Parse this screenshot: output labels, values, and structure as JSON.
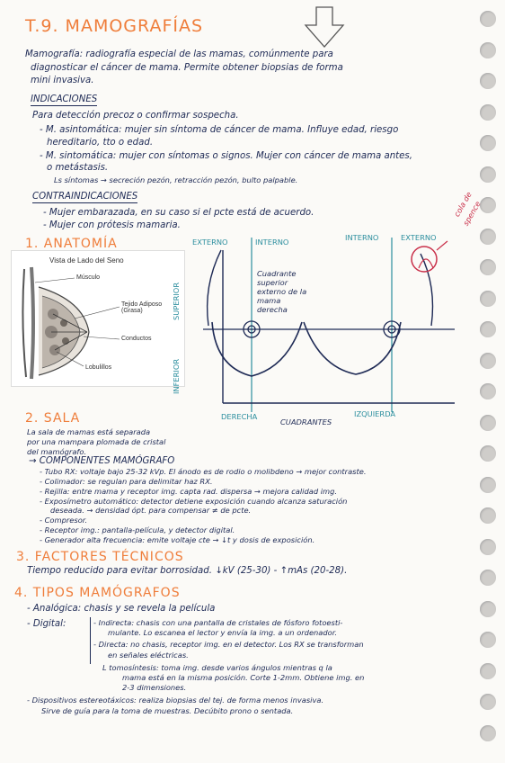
{
  "header": {
    "title": "T.9. MAMOGRAFÍAS",
    "intro_line1": "Mamografía: radiografía especial de las mamas, comúnmente para",
    "intro_line2": "diagnosticar el cáncer de mama. Permite obtener biopsias de forma",
    "intro_line3": "mini invasiva."
  },
  "indicaciones": {
    "heading": "INDICACIONES",
    "line1": "Para detección precoz o confirmar sospecha.",
    "line2": "- M. asintomática: mujer sin síntoma de cáncer de mama. Influye edad, riesgo",
    "line3": "hereditario, tto o edad.",
    "line4": "- M. sintomática: mujer con síntomas o signos. Mujer con cáncer de mama antes,",
    "line5": "o metástasis.",
    "line6": "Ls síntomas → secreción pezón, retracción pezón, bulto palpable."
  },
  "contraindicaciones": {
    "heading": "CONTRAINDICACIONES",
    "line1": "- Mujer embarazada, en su caso si el pcte está de acuerdo.",
    "line2": "- Mujer con prótesis mamaria."
  },
  "anatomia": {
    "heading": "1. ANATOMÍA",
    "illustration": {
      "title": "Vista de Lado del Seno",
      "labels": [
        "Músculo",
        "Tejido Adiposo (Grasa)",
        "Conductos",
        "Lobulillos"
      ]
    },
    "diagram": {
      "top_labels": [
        "EXTERNO",
        "INTERNO",
        "INTERNO",
        "EXTERNO"
      ],
      "side_top": "SUPERIOR",
      "side_bottom": "INFERIOR",
      "quadrant_note": [
        "Cuadrante",
        "superior",
        "externo de la",
        "mama",
        "derecha"
      ],
      "red_note": [
        "cola de",
        "spence"
      ],
      "bottom_labels": [
        "DERECHA",
        "CUADRANTES",
        "IZQUIERDA"
      ]
    }
  },
  "sala": {
    "heading": "2. SALA",
    "line1": "La sala de mamas está separada",
    "line2": "por una mampara plomada de cristal",
    "line3": "del mamógrafo.",
    "components_heading": "→ COMPONENTES MAMÓGRAFO",
    "items": [
      "- Tubo RX: voltaje bajo 25-32 kVp. El ánodo es de rodio o molibdeno → mejor contraste.",
      "- Colimador: se regulan para delimitar haz RX.",
      "- Rejilla: entre mama y receptor img. capta rad. dispersa → mejora calidad img.",
      "- Exposímetro automático: detector detiene exposición cuando alcanza saturación",
      "deseada. → densidad ópt. para compensar ≠ de pcte.",
      "- Compresor.",
      "- Receptor img.: pantalla-película, y detector digital.",
      "- Generador alta frecuencia: emite voltaje cte → ↓t y dosis de exposición."
    ]
  },
  "factores": {
    "heading": "3. FACTORES TÉCNICOS",
    "line1": "Tiempo reducido para evitar borrosidad. ↓kV (25-30) - ↑mAs (20-28)."
  },
  "tipos": {
    "heading": "4. TIPOS MAMÓGRAFOS",
    "analogica": "- Analógica: chasis y se revela la película",
    "digital_label": "- Digital:",
    "digital_lines": [
      "- Indirecta: chasis con una pantalla de cristales de fósforo fotoesti-",
      "mulante. Lo escanea el lector y envía la img. a un ordenador.",
      "- Directa: no chasis, receptor img. en el detector. Los RX se transforman",
      "en señales eléctricas.",
      "L tomosíntesis: toma img. desde varios ángulos mientras q la",
      "mama está en la misma posición. Corte 1-2mm. Obtiene img. en",
      "2-3 dimensiones."
    ],
    "estereo_line1": "- Dispositivos estereotáxicos: realiza biopsias del tej. de forma menos invasiva.",
    "estereo_line2": "Sirve de guía para la toma de muestras. Decúbito prono o sentada."
  },
  "colors": {
    "ink": "#1e2a55",
    "heading_orange": "#ef7d3a",
    "teal": "#2b8e9e",
    "red_pen": "#c9304a",
    "paper": "#fbfaf7"
  }
}
